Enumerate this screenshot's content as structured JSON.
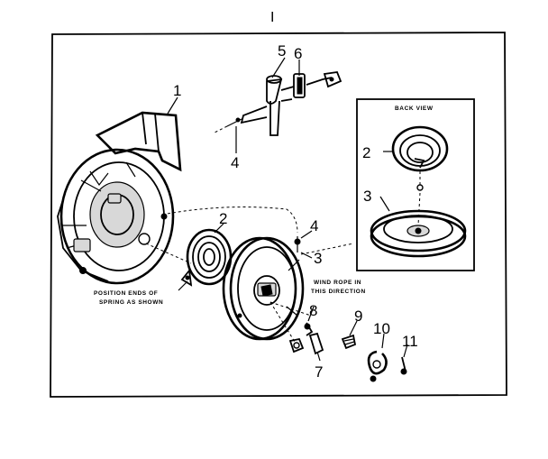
{
  "diagram": {
    "header_mark": "I",
    "callouts": [
      {
        "id": "c1",
        "text": "1"
      },
      {
        "id": "c2",
        "text": "2"
      },
      {
        "id": "c3",
        "text": "3"
      },
      {
        "id": "c4a",
        "text": "4"
      },
      {
        "id": "c4b",
        "text": "4"
      },
      {
        "id": "c5",
        "text": "5"
      },
      {
        "id": "c6",
        "text": "6"
      },
      {
        "id": "c7",
        "text": "7"
      },
      {
        "id": "c8",
        "text": "8"
      },
      {
        "id": "c9",
        "text": "9"
      },
      {
        "id": "c10",
        "text": "10"
      },
      {
        "id": "c11",
        "text": "11"
      }
    ],
    "inset": {
      "title": "BACK VIEW",
      "callouts": [
        {
          "id": "i2",
          "text": "2"
        },
        {
          "id": "i3",
          "text": "3"
        }
      ]
    },
    "notes": {
      "spring_line1": "POSITION ENDS OF",
      "spring_line2": "SPRING AS SHOWN",
      "rope_line1": "WIND ROPE IN",
      "rope_line2": "THIS DIRECTION"
    }
  }
}
